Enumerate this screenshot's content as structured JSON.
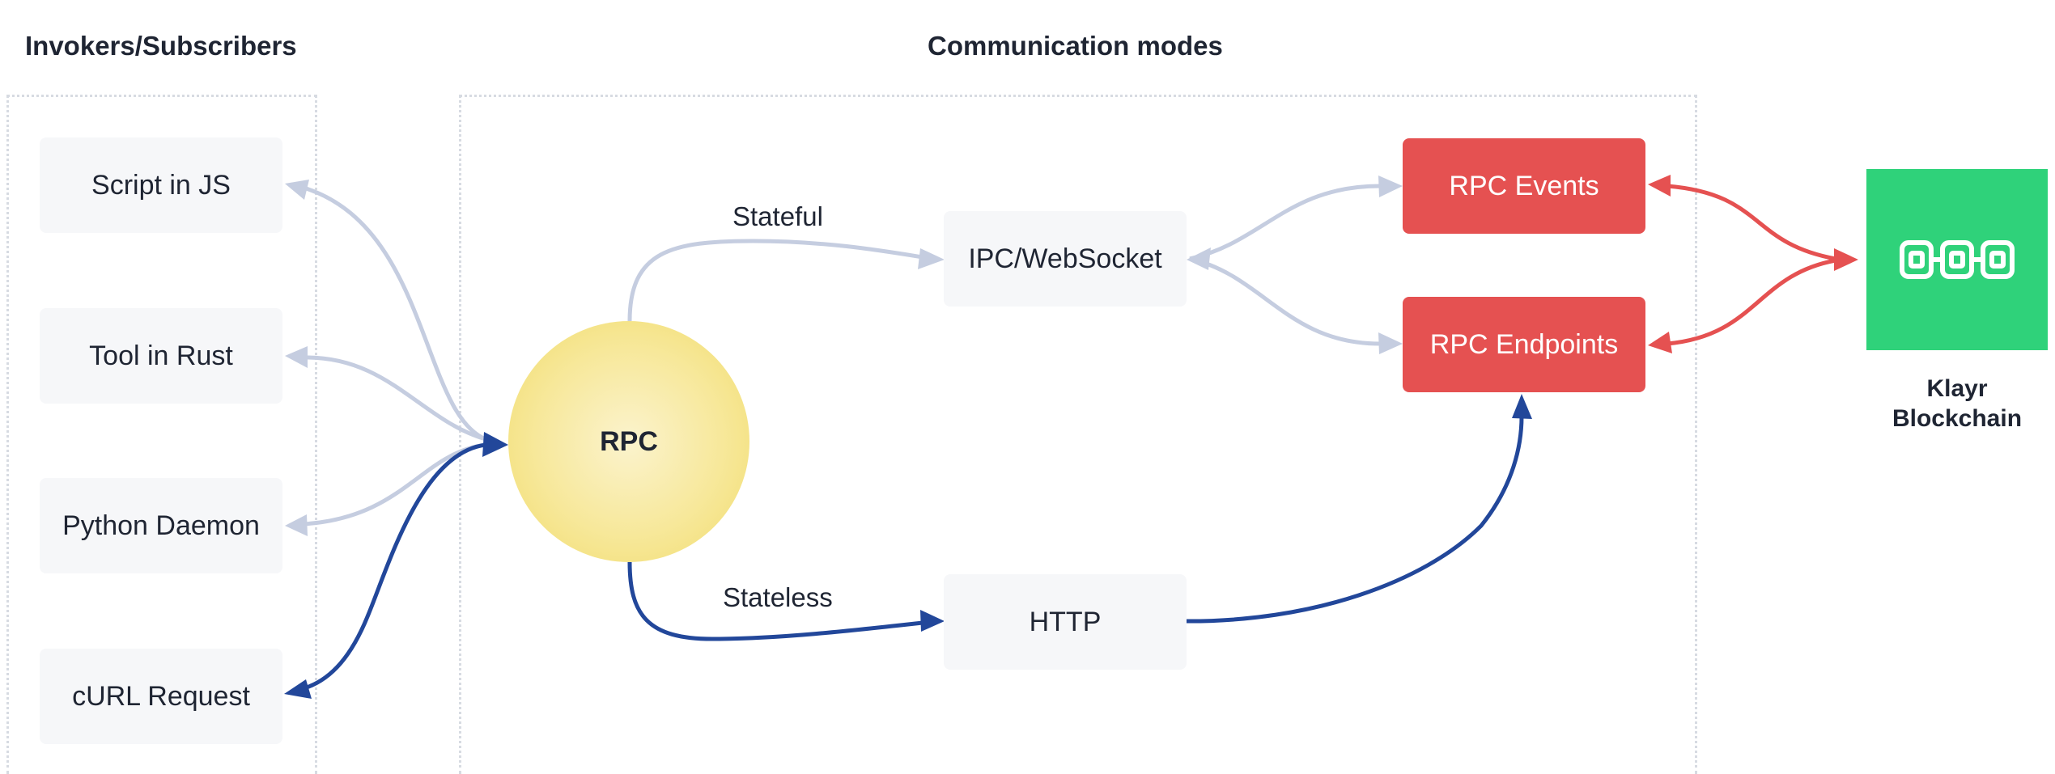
{
  "headings": {
    "invokers": "Invokers/Subscribers",
    "communication": "Communication modes"
  },
  "invokers": [
    {
      "label": "Script in JS"
    },
    {
      "label": "Tool in Rust"
    },
    {
      "label": "Python Daemon"
    },
    {
      "label": "cURL Request"
    }
  ],
  "center": {
    "label": "RPC"
  },
  "modes": {
    "stateful": {
      "edge_label": "Stateful",
      "node": "IPC/WebSocket"
    },
    "stateless": {
      "edge_label": "Stateless",
      "node": "HTTP"
    }
  },
  "rpc_nodes": {
    "events": "RPC Events",
    "endpoints": "RPC Endpoints"
  },
  "blockchain": {
    "label_line1": "Klayr",
    "label_line2": "Blockchain",
    "icon": "chain-link-icon"
  },
  "colors": {
    "light_edge": "#c5cde0",
    "dark_edge": "#22479a",
    "red_edge": "#e55151",
    "red_node": "#e55151",
    "green_node": "#2fd27a",
    "rpc_circle": "#f3df72"
  }
}
